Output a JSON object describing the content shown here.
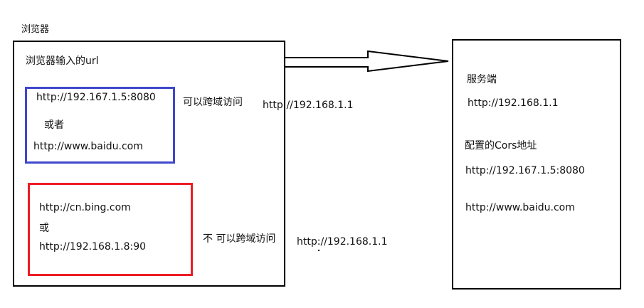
{
  "browser": {
    "title": "浏览器",
    "input_url_label": "浏览器输入的url"
  },
  "allowed_group": {
    "url_1": "http://192.167.1.5:8080",
    "or_text": "或者",
    "url_2": "http://www.baidu.com",
    "note": "可以跨域访问",
    "request_url": "http://192.168.1.1"
  },
  "blocked_group": {
    "url_1": "http://cn.bing.com",
    "or_text": "或",
    "url_2": "http://192.168.1.8:90",
    "note": "不 可以跨域访问",
    "request_url": "http://192.168.1.1"
  },
  "server": {
    "title": "服务端",
    "url": "http://192.168.1.1",
    "cors_title": "配置的Cors地址",
    "cors_urls": [
      "http://192.167.1.5:8080",
      "http://www.baidu.com"
    ]
  },
  "colors": {
    "black_box": "#000000",
    "blue_box": "#3f48cc",
    "red_box": "#ed1c24"
  }
}
